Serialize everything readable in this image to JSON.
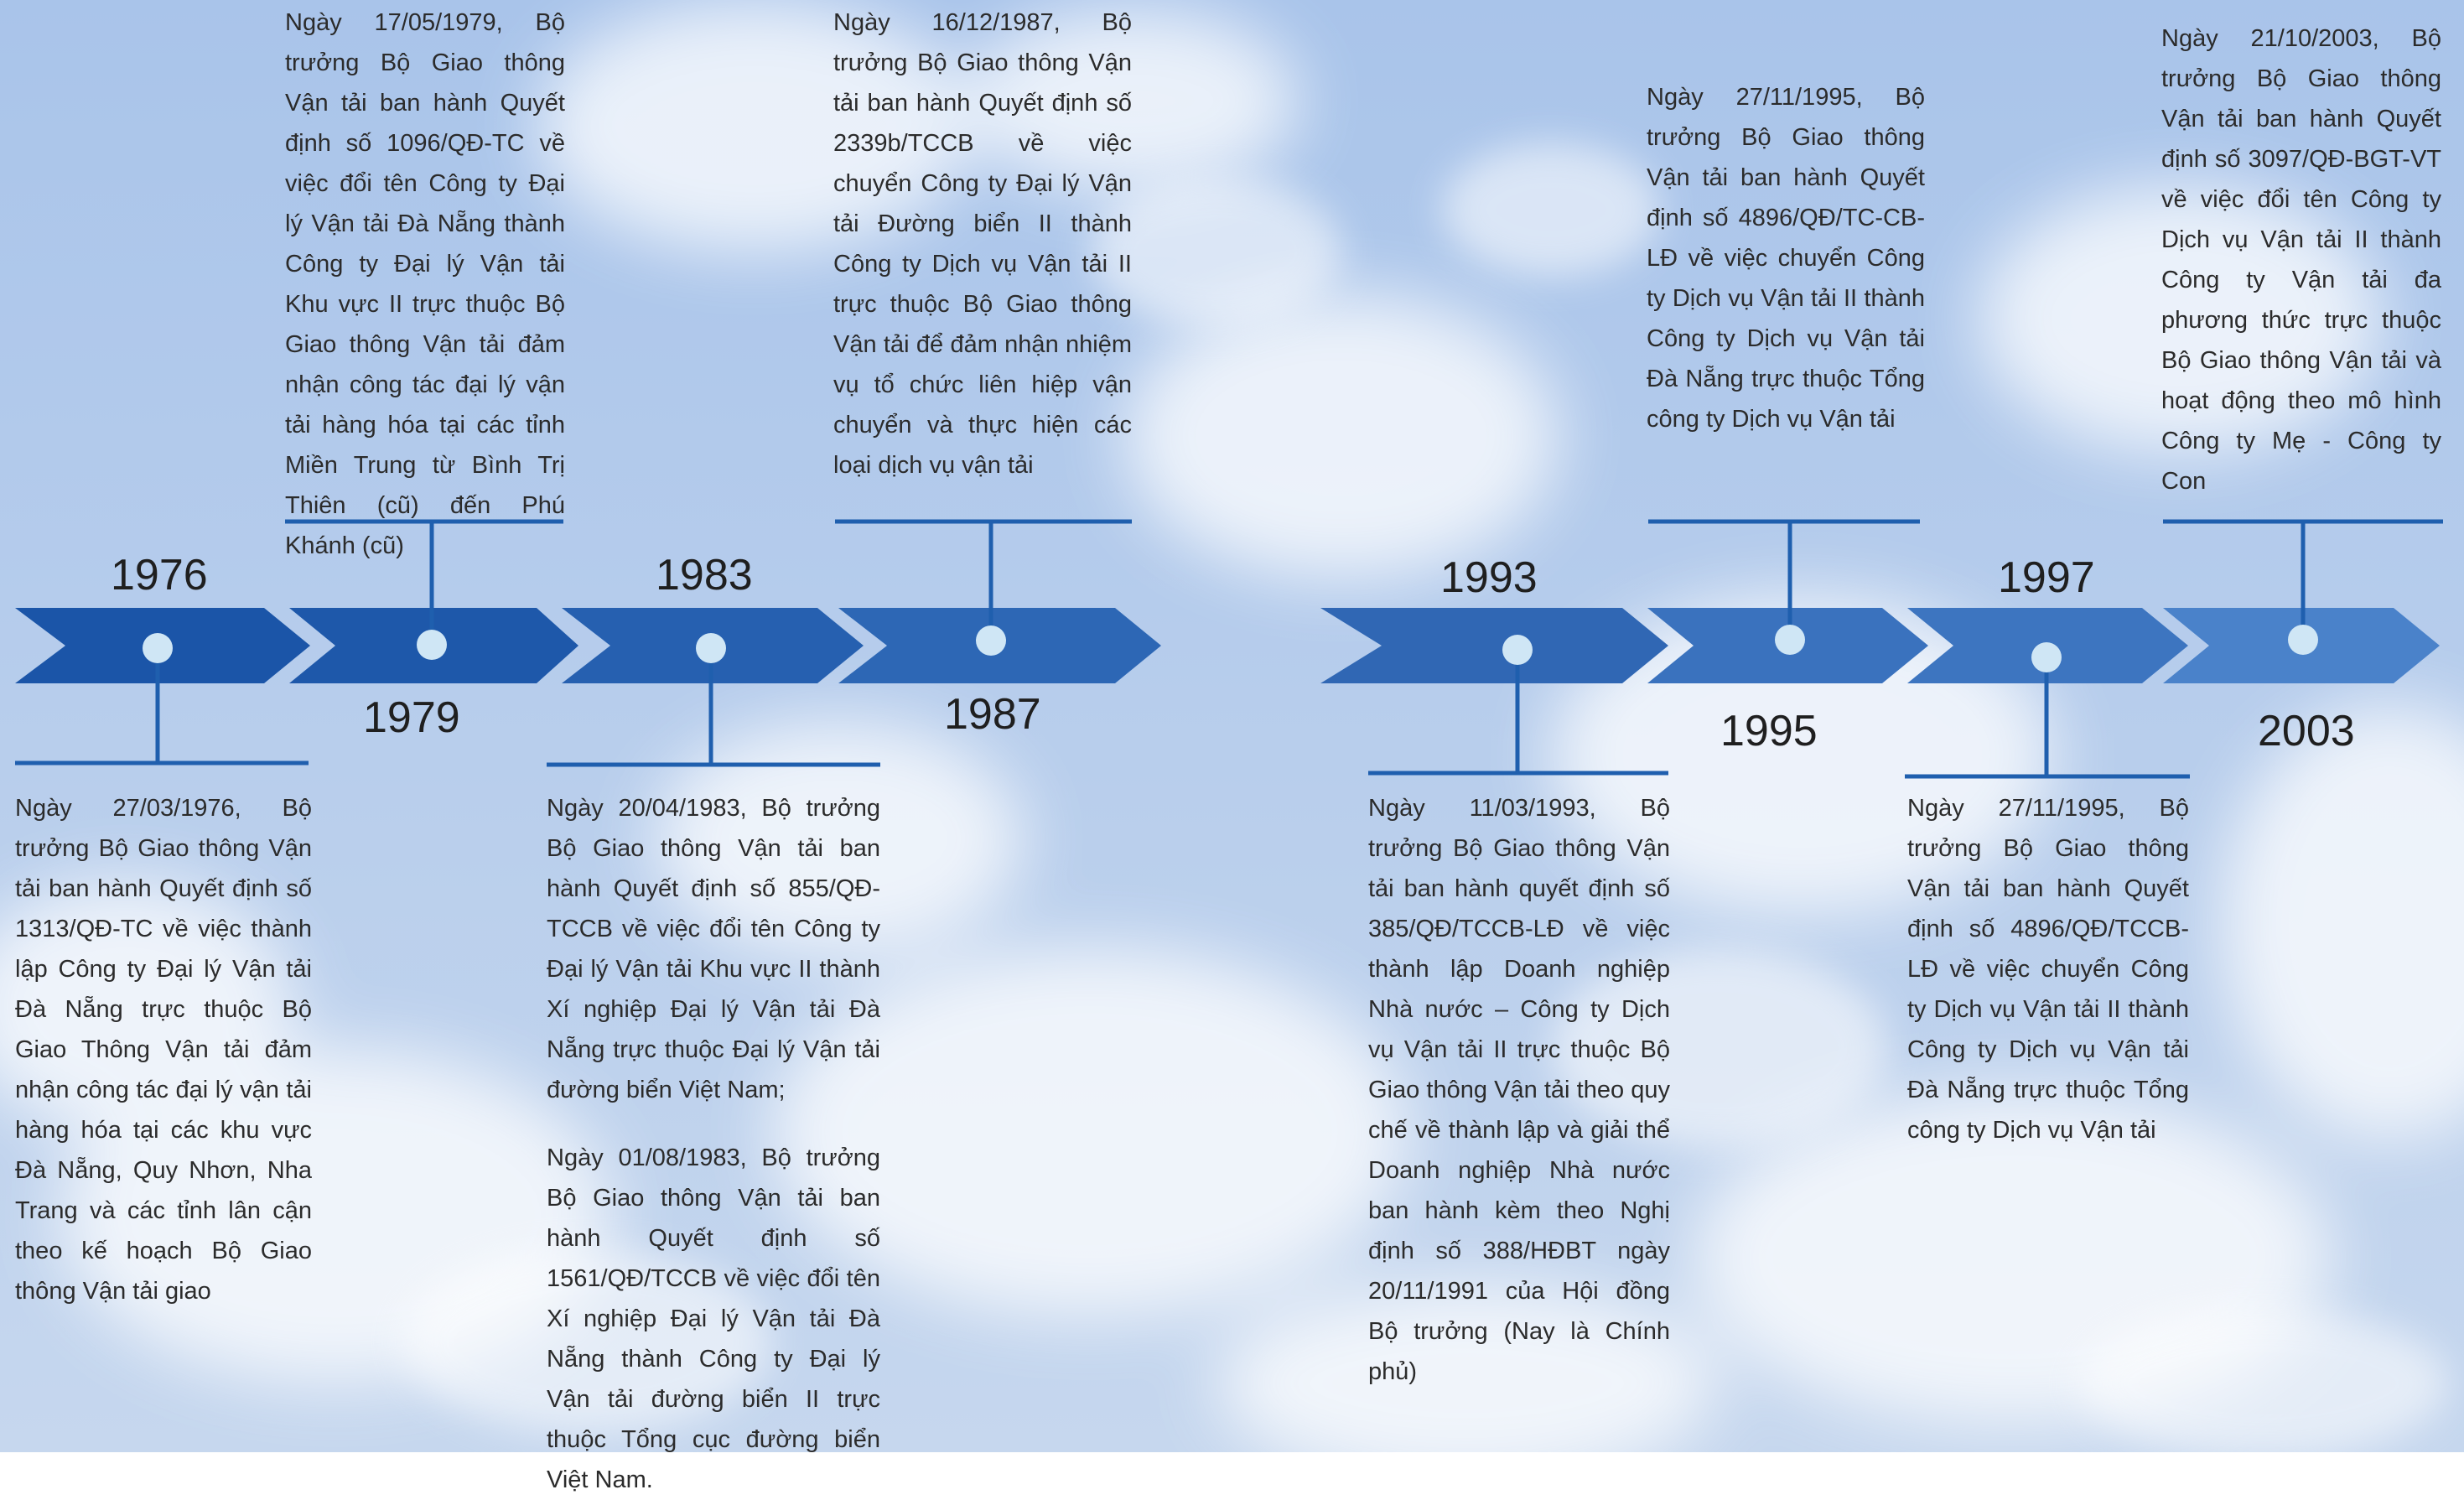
{
  "colors": {
    "sky_top": "#aac5ea",
    "sky_bottom": "#c7d8ef",
    "arrow_1": "#1a56a8",
    "arrow_2": "#2b66b6",
    "arrow_3": "#3a75c0",
    "arrow_4": "#4a84cb",
    "connector": "#1f5fae",
    "dot": "#cfe6f5"
  },
  "years": [
    "1976",
    "1979",
    "1983",
    "1987",
    "1993",
    "1995",
    "1997",
    "2003"
  ],
  "events": {
    "e1976": "Ngày 27/03/1976, Bộ trưởng Bộ Giao thông Vận tải ban hành Quyết định số 1313/QĐ-TC về việc thành lập Công ty Đại lý Vận tải Đà Nẵng trực thuộc Bộ Giao Thông Vận tải đảm nhận công tác đại lý vận tải hàng hóa tại các khu vực Đà Nẵng, Quy Nhơn, Nha Trang và các tỉnh lân cận theo kế hoạch Bộ Giao thông Vận tải giao",
    "e1979": "Ngày 17/05/1979, Bộ trưởng Bộ Giao thông Vận tải ban hành Quyết định số 1096/QĐ-TC về việc đổi tên Công ty Đại lý Vận tải Đà Nẵng thành Công ty Đại lý Vận tải Khu vực II trực thuộc Bộ Giao thông Vận tải đảm nhận công tác đại lý vận tải hàng hóa tại các tỉnh Miền Trung từ Bình Trị Thiên (cũ) đến Phú Khánh (cũ)",
    "e1983a": "Ngày 20/04/1983, Bộ trưởng Bộ Giao thông Vận tải ban hành Quyết định số 855/QĐ-TCCB về việc đổi tên Công ty Đại lý Vận tải Khu vực II thành Xí nghiệp Đại lý Vận tải Đà Nẵng trực thuộc Đại lý Vận tải đường biển Việt Nam;",
    "e1983b": "Ngày 01/08/1983, Bộ trưởng Bộ Giao thông Vận tải ban hành Quyết định số 1561/QĐ/TCCB về việc đổi tên Xí nghiệp Đại lý Vận tải Đà Nẵng thành Công ty Đại lý Vận tải đường biển II trực thuộc Tổng cục đường biển Việt Nam.",
    "e1987": "Ngày 16/12/1987, Bộ trưởng Bộ Giao thông Vận tải ban hành Quyết định số 2339b/TCCB về việc chuyển Công ty Đại lý Vận tải Đường biển II thành Công ty Dịch vụ Vận tải II trực thuộc Bộ Giao thông Vận tải để đảm nhận nhiệm vụ tổ chức liên hiệp vận chuyển và thực hiện các loại dịch vụ vận tải",
    "e1993": "Ngày 11/03/1993, Bộ trưởng Bộ Giao thông Vận tải ban hành quyết định số 385/QĐ/TCCB-LĐ về việc thành lập Doanh nghiệp Nhà nước – Công ty Dịch vụ Vận tải II trực thuộc Bộ Giao thông Vận tải theo quy chế về thành lập và giải thể Doanh nghiệp Nhà nước ban hành kèm theo Nghị định số 388/HĐBT ngày 20/11/1991 của Hội đồng Bộ trưởng (Nay là Chính phủ)",
    "e1995": "Ngày 27/11/1995, Bộ trưởng Bộ Giao thông Vận tải ban hành Quyết định số 4896/QĐ/TC-CB-LĐ về việc chuyển Công ty Dịch vụ Vận tải II thành Công ty Dịch vụ Vận tải Đà Nẵng trực thuộc Tổng công ty Dịch vụ Vận tải",
    "e1997": "Ngày 27/11/1995, Bộ trưởng Bộ Giao thông Vận tải ban hành Quyết định số 4896/QĐ/TCCB-LĐ về việc chuyển Công ty Dịch vụ Vận tải II thành Công ty Dịch vụ Vận tải Đà Nẵng trực thuộc Tổng công ty Dịch vụ Vận tải",
    "e2003": "Ngày 21/10/2003, Bộ trưởng Bộ Giao thông Vận tải ban hành Quyết định số 3097/QĐ-BGT-VT về việc đổi tên Công ty Dịch vụ Vận tải II thành Công ty Vận tải đa phương thức trực thuộc Bộ Giao thông Vận tải và hoạt động theo mô hình Công ty Mẹ - Công ty Con"
  }
}
